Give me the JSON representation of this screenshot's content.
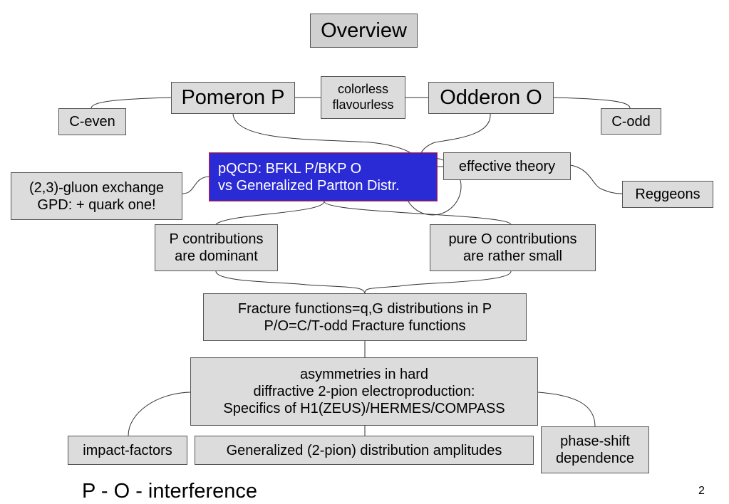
{
  "slide": {
    "title": "Overview",
    "footer_title": "P - O - interference",
    "page_number": "2"
  },
  "nodes": {
    "pomeron": "Pomeron P",
    "colorless": [
      "colorless",
      "flavourless"
    ],
    "odderon": "Odderon O",
    "c_even": "C-even",
    "c_odd": "C-odd",
    "pqcd": [
      "pQCD: BFKL  P/BKP O",
      "vs Generalized Partton Distr."
    ],
    "effective_theory": "effective theory",
    "gluon_exchange": [
      "(2,3)-gluon exchange",
      "GPD: + quark  one!"
    ],
    "reggeons": "Reggeons",
    "p_contributions": [
      "P contributions",
      "are dominant"
    ],
    "o_contributions": [
      "pure O contributions",
      "are rather small"
    ],
    "fracture": [
      "Fracture functions=q,G   distributions in P",
      "P/O=C/T-odd Fracture functions"
    ],
    "asymmetries": [
      "asymmetries in hard",
      "diffractive 2-pion electroproduction:",
      "Specifics of H1(ZEUS)/HERMES/COMPASS"
    ],
    "impact_factors": "impact-factors",
    "gda": "Generalized (2-pion) distribution amplitudes",
    "phase_shift": [
      "phase-shift",
      "dependence"
    ]
  },
  "colors": {
    "box_fill": "#dcdcdc",
    "box_border": "#555555",
    "highlight_fill": "#2b2bd6",
    "highlight_border": "#e02020",
    "highlight_text": "#ffffff"
  }
}
